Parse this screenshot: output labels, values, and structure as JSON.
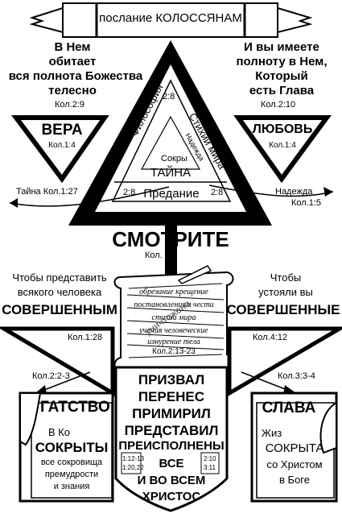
{
  "title": "послание КОЛОССЯНАМ",
  "top_left": {
    "lines": [
      "В Нем",
      "обитает",
      "вся полнота Божества",
      "телесно"
    ],
    "ref": "Кол.2:9"
  },
  "top_right": {
    "lines": [
      "И вы имеете",
      "полноту в Нем,",
      "Который",
      "есть Глава"
    ],
    "ref": "Кол.2:10"
  },
  "faith": {
    "label": "ВЕРА",
    "ref": "Кол.1:4"
  },
  "love": {
    "label": "ЛЮБОВЬ",
    "ref": "Кол.1:4"
  },
  "hope_mystery": {
    "mystery": "Тайна Кол.1:27",
    "hope": "Надежда",
    "hope_ref": "Кол.1:5"
  },
  "triangle": {
    "philosophy": "Философия",
    "elements": "Стихии мира",
    "nadezhda": "Надежда",
    "hidden": "Сокры",
    "mystery": "ТАЙНА",
    "tradition": "Предание",
    "ref_top": "2:8",
    "ref_left": "2:8",
    "ref_right": "2:8"
  },
  "look": {
    "title": "СМОТРИТЕ",
    "ref": "Кол. 2:8"
  },
  "left_mid": {
    "lines": [
      "Чтобы представить",
      "всякого человека"
    ],
    "big": "СОВЕРШЕННЫМ",
    "ref": "Кол.1:28"
  },
  "right_mid": {
    "lines": [
      "Чтобы",
      "устояли вы"
    ],
    "big": "СОВЕРШЕННЫЕ",
    "ref": "Кол.4:12"
  },
  "scroll": {
    "lines": [
      "обрезание крещение",
      "постановлениям чести",
      "стихии мира",
      "учения человеческие",
      "изнурение тела"
    ],
    "ref": "Кол.2:13-23",
    "stamp": "уничтожено"
  },
  "left_ref": "Кол.2:2-3",
  "right_ref": "Кол.3:3-4",
  "shield": {
    "lines": [
      "ПРИЗВАЛ",
      "ПЕРЕНЕС",
      "ПРИМИРИЛ",
      "ПРЕДСТАВИЛ",
      "ПРЕИСПОЛНЕНЫ",
      "ВСЕ",
      "И ВО ВСЕМ",
      "ХРИСТОС"
    ],
    "refs_left": [
      "1:12-13",
      "1:20,22"
    ],
    "refs_right": [
      "2:10",
      "3:11"
    ]
  },
  "riches": {
    "title": "ГАТСТВО",
    "l1": "В Ко",
    "l2": "СОКРЫТЫ",
    "l3": "все сокровища",
    "l4": "премудрости",
    "l5": "и знания"
  },
  "glory": {
    "title": "СЛАВА",
    "l1": "Жиз",
    "l2": "СОКРЫТА",
    "l3": "со Христом",
    "l4": "в Боге"
  }
}
